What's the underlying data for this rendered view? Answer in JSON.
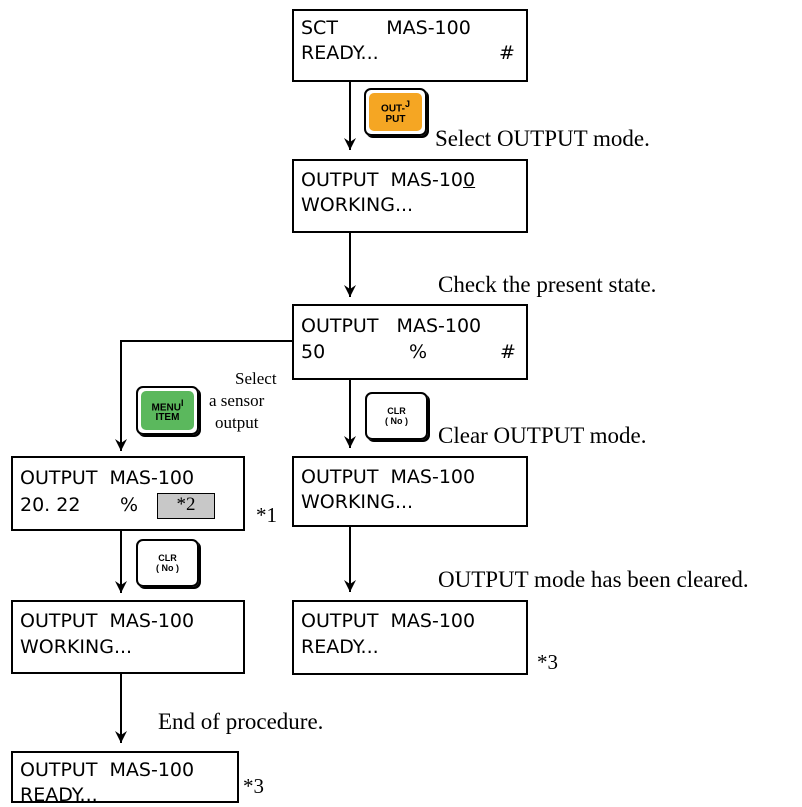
{
  "screens": {
    "ready_top": {
      "line1": "SCT        MAS-100",
      "line2": "READY...",
      "hash": "#"
    },
    "working_1": {
      "line1a": "OUTPUT  MAS-10",
      "line1b": "0",
      "line2": "WORKING..."
    },
    "state": {
      "line1": "OUTPUT   MAS-100",
      "line2a": "50",
      "line2b": "%",
      "hash": "#"
    },
    "sensor": {
      "line1": "OUTPUT  MAS-100",
      "line2a": "20. 22",
      "line2b": "%",
      "cell": "*2"
    },
    "working_right": {
      "line1": "OUTPUT  MAS-100",
      "line2": "WORKING..."
    },
    "ready_right": {
      "line1": "OUTPUT  MAS-100",
      "line2": "READY..."
    },
    "working_left": {
      "line1": "OUTPUT  MAS-100",
      "line2": "WORKING..."
    },
    "ready_bottom": {
      "line1": "OUTPUT  MAS-100",
      "line2": "READY..."
    }
  },
  "keys": {
    "output": {
      "line1": "OUT-",
      "line2": "PUT",
      "sup": "J",
      "color": "#f5a623"
    },
    "menu": {
      "line1": "MENU",
      "line2": "ITEM",
      "sup": "I",
      "color": "#5bb85d"
    },
    "clr_right": {
      "line1": "CLR",
      "line2": "( No )",
      "color": "#ffffff"
    },
    "clr_left": {
      "line1": "CLR",
      "line2": "( No )",
      "color": "#ffffff"
    }
  },
  "annotations": {
    "select_output": "Select  OUTPUT mode.",
    "check_state": "Check the present state.",
    "select_sensor": [
      "Select",
      "a sensor",
      "output"
    ],
    "clear_output": "Clear OUTPUT mode.",
    "cleared": "OUTPUT mode has been cleared.",
    "end": "End of procedure."
  },
  "footnotes": {
    "n1": "*1",
    "n3_right": "*3",
    "n3_bottom": "*3"
  }
}
